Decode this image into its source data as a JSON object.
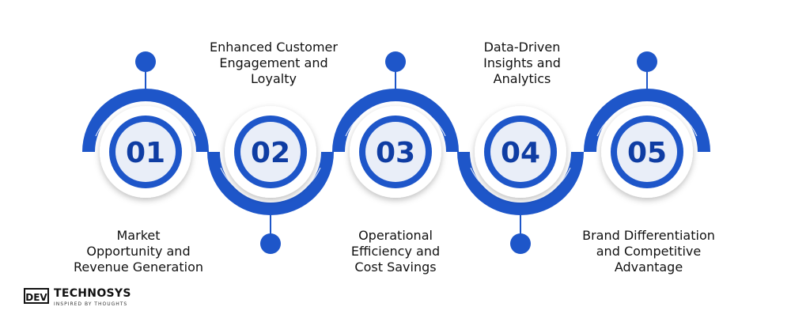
{
  "colors": {
    "primary": "#1e56c9",
    "dark": "#0f3da3",
    "circle_fill": "#e9eef8",
    "text": "#111111"
  },
  "steps": [
    {
      "number": "01",
      "label_lines": [
        "Market",
        "Opportunity and",
        "Revenue Generation"
      ]
    },
    {
      "number": "02",
      "label_lines": [
        "Enhanced Customer",
        "Engagement and",
        "Loyalty"
      ]
    },
    {
      "number": "03",
      "label_lines": [
        "Operational",
        "Efficiency and",
        "Cost Savings"
      ]
    },
    {
      "number": "04",
      "label_lines": [
        "Data-Driven",
        "Insights and",
        "Analytics"
      ]
    },
    {
      "number": "05",
      "label_lines": [
        "Brand Differentiation",
        "and Competitive",
        "Advantage"
      ]
    }
  ],
  "logo": {
    "dev": "DEV",
    "brand": "TECHNOSYS",
    "tagline": "INSPIRED BY THOUGHTS"
  }
}
